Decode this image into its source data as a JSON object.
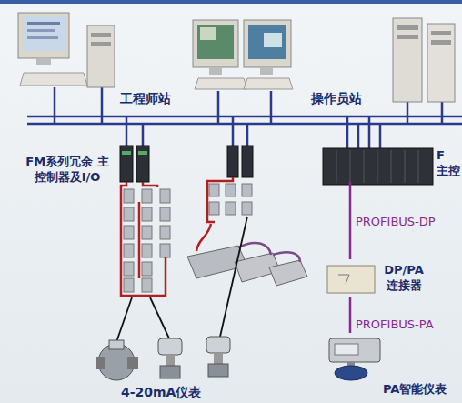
{
  "diagram": {
    "nodes": [
      {
        "text": [
          "工程师站"
        ]
      },
      {
        "text": [
          "操作员站"
        ]
      },
      {
        "text": [
          "FM系列冗余 主控制器及I/O"
        ]
      },
      {
        "text": [
          "F",
          "主控"
        ]
      },
      {
        "text": [
          "DP/PA 连接器"
        ]
      },
      {
        "text": [
          "PA智能仪表"
        ]
      }
    ],
    "edges": [
      {
        "from": 3,
        "to": 4,
        "arrow": "none",
        "label": "PROFIBUS-DP"
      },
      {
        "from": 4,
        "to": 5,
        "arrow": "none",
        "label": "PROFIBUS-PA"
      }
    ],
    "labels": [
      "4-20mA仪表"
    ]
  }
}
